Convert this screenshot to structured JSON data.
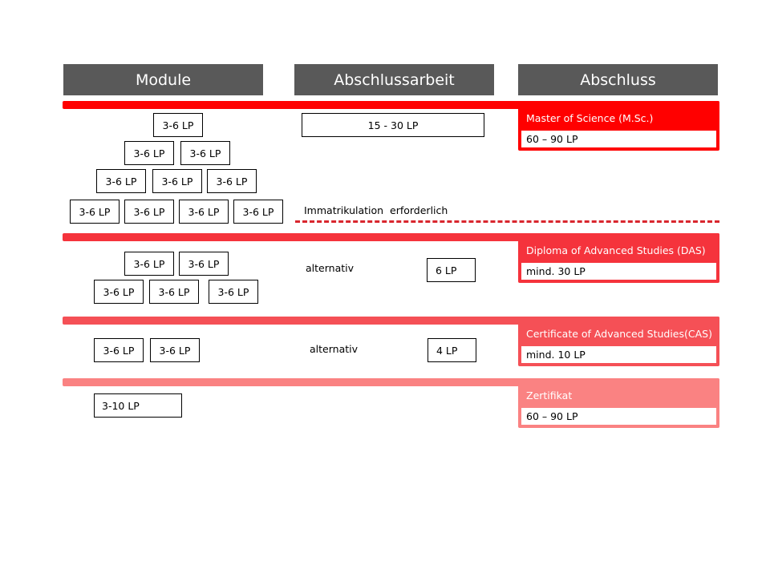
{
  "headers": [
    "Module",
    "Abschlussarbeit",
    "Abschluss"
  ],
  "colors": {
    "msc": "#ff0000",
    "das": "#f5333c",
    "cas": "#f55056",
    "zert": "#fa8282",
    "header": "#595959"
  },
  "msc": {
    "title": "Master of Science (M.Sc.)",
    "credits": "60 – 90 LP",
    "modules": [
      "3-6 LP",
      "3-6 LP",
      "3-6 LP",
      "3-6 LP",
      "3-6 LP",
      "3-6 LP",
      "3-6 LP",
      "3-6 LP",
      "3-6 LP",
      "3-6 LP"
    ],
    "thesis": "15 - 30 LP",
    "note": "Immatrikulation  erforderlich"
  },
  "das": {
    "title": "Diploma of Advanced Studies (DAS)",
    "credits": "mind. 30 LP",
    "modules": [
      "3-6 LP",
      "3-6 LP",
      "3-6 LP",
      "3-6 LP",
      "3-6 LP"
    ],
    "alt": "alternativ",
    "thesis": "6 LP"
  },
  "cas": {
    "title": "Certificate of Advanced Studies(CAS)",
    "credits": "mind. 10 LP",
    "modules": [
      "3-6 LP",
      "3-6 LP"
    ],
    "alt": "alternativ",
    "thesis": "4 LP"
  },
  "zert": {
    "title": "Zertifikat",
    "credits": "60 – 90 LP",
    "modules": [
      "3-10 LP"
    ]
  }
}
